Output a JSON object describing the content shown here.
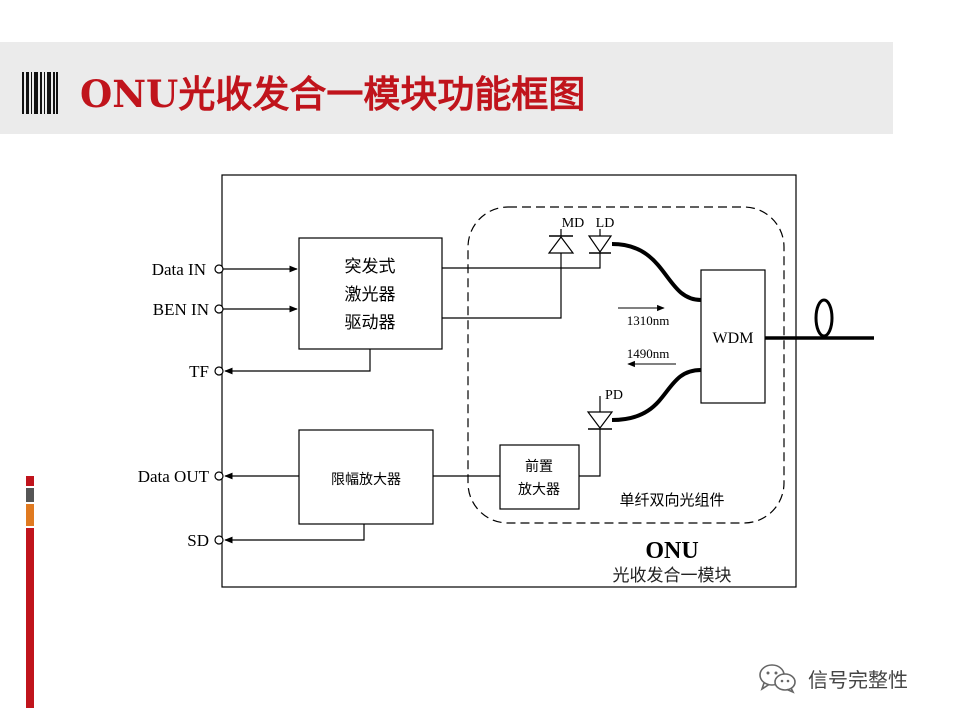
{
  "slide": {
    "title": "ONU光收发合一模块功能框图"
  },
  "diagram": {
    "ports": {
      "data_in": "Data IN",
      "ben_in": "BEN IN",
      "tf": "TF",
      "data_out": "Data OUT",
      "sd": "SD"
    },
    "driver_block": {
      "line1": "突发式",
      "line2": "激光器",
      "line3": "驱动器"
    },
    "limiting_amp_block": {
      "label": "限幅放大器"
    },
    "preamp_block": {
      "line1": "前置",
      "line2": "放大器"
    },
    "bosa_label": "单纤双向光组件",
    "components": {
      "md": "MD",
      "ld": "LD",
      "pd": "PD",
      "wdm": "WDM"
    },
    "wavelengths": {
      "tx": "1310nm",
      "rx": "1490nm"
    },
    "module": {
      "name": "ONU",
      "subtitle": "光收发合一模块"
    }
  },
  "watermark": {
    "text": "信号完整性",
    "icon": "wechat-icon"
  },
  "colors": {
    "title": "#c0141c",
    "title_band": "#ebebeb",
    "line": "#000000"
  }
}
